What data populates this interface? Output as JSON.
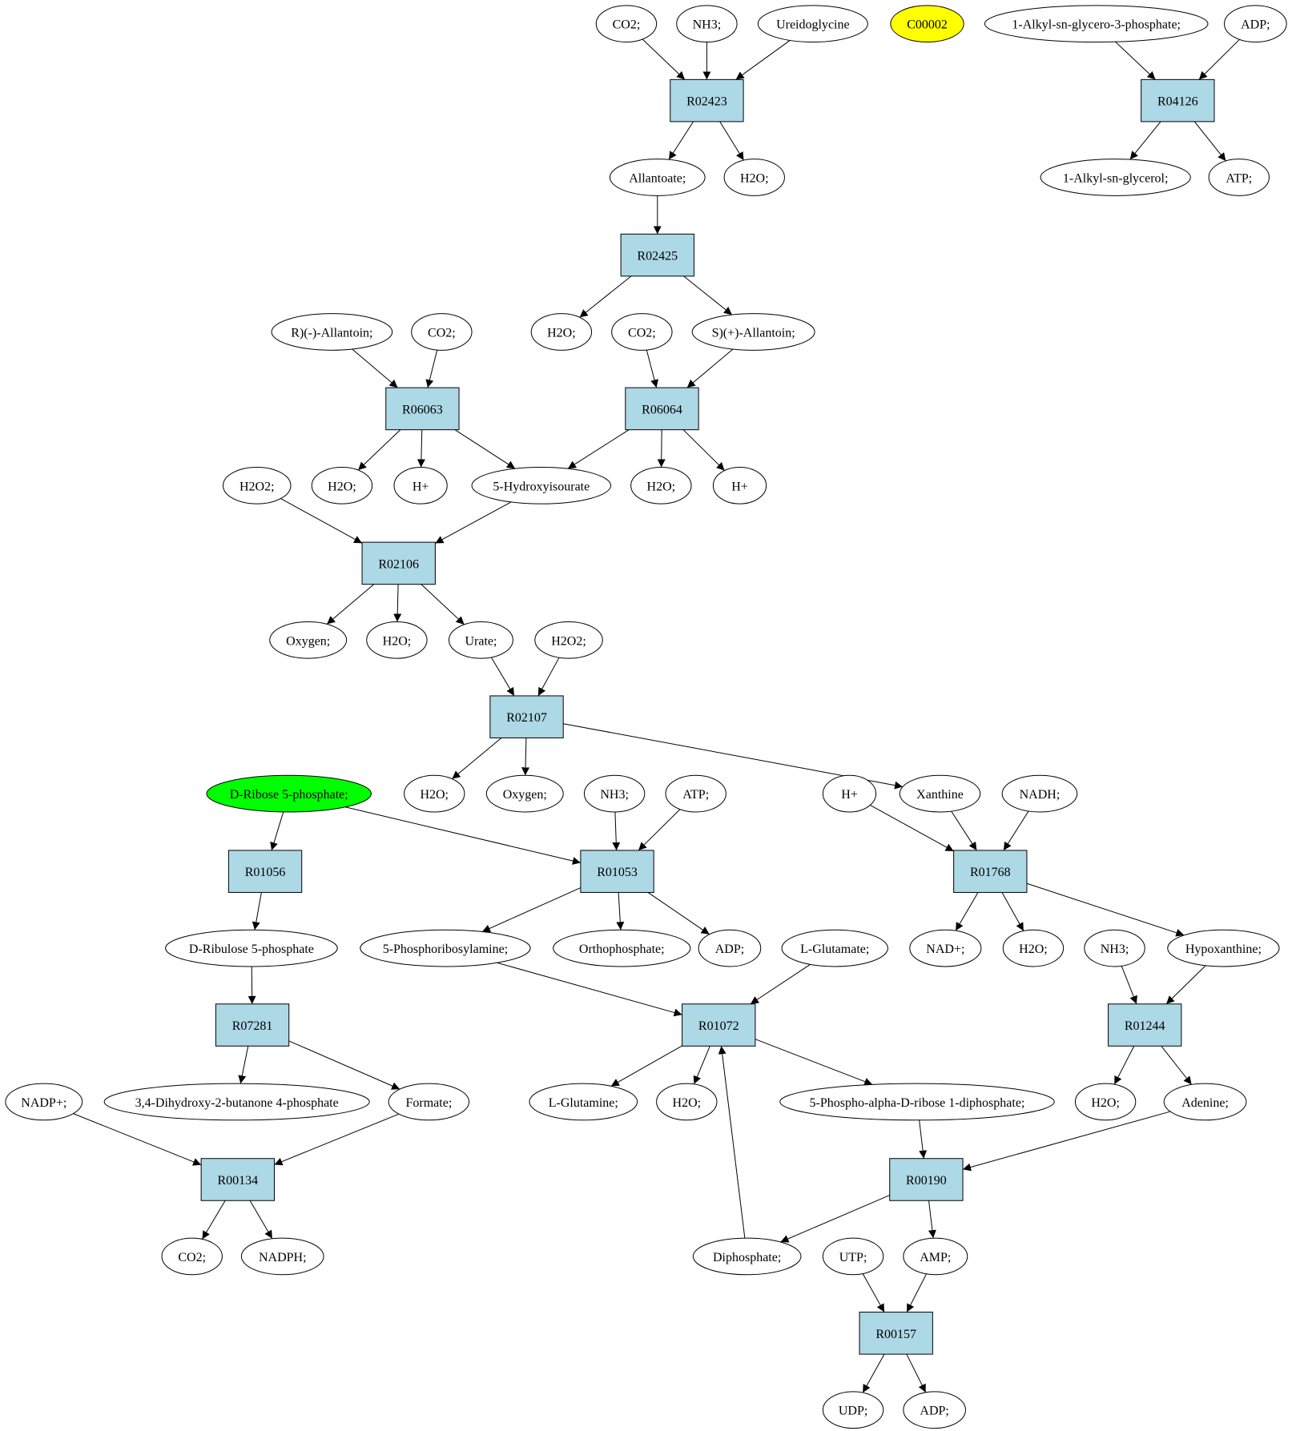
{
  "colors": {
    "reaction_fill": "#add8e6",
    "compound_fill": "#ffffff",
    "highlight_yellow": "#ffff00",
    "highlight_green": "#00ff00",
    "edge": "#000000"
  },
  "reactions": [
    {
      "id": "r02423",
      "label": "R02423"
    },
    {
      "id": "r04126",
      "label": "R04126"
    },
    {
      "id": "r02425",
      "label": "R02425"
    },
    {
      "id": "r06063",
      "label": "R06063"
    },
    {
      "id": "r06064",
      "label": "R06064"
    },
    {
      "id": "r02106",
      "label": "R02106"
    },
    {
      "id": "r02107",
      "label": "R02107"
    },
    {
      "id": "r01056",
      "label": "R01056"
    },
    {
      "id": "r01053",
      "label": "R01053"
    },
    {
      "id": "r01768",
      "label": "R01768"
    },
    {
      "id": "r07281",
      "label": "R07281"
    },
    {
      "id": "r01072",
      "label": "R01072"
    },
    {
      "id": "r01244",
      "label": "R01244"
    },
    {
      "id": "r00134",
      "label": "R00134"
    },
    {
      "id": "r00190",
      "label": "R00190"
    },
    {
      "id": "r00157",
      "label": "R00157"
    }
  ],
  "compounds": [
    {
      "id": "co2_a",
      "label": "CO2;"
    },
    {
      "id": "nh3_a",
      "label": "NH3;"
    },
    {
      "id": "ureidoglycine",
      "label": "Ureidoglycine"
    },
    {
      "id": "c00002",
      "label": "C00002",
      "fill": "yellow"
    },
    {
      "id": "alkyl_g3p",
      "label": "1-Alkyl-sn-glycero-3-phosphate;"
    },
    {
      "id": "adp_a",
      "label": "ADP;"
    },
    {
      "id": "allantoate",
      "label": "Allantoate;"
    },
    {
      "id": "h2o_a",
      "label": "H2O;"
    },
    {
      "id": "alkyl_glycerol",
      "label": "1-Alkyl-sn-glycerol;"
    },
    {
      "id": "atp_a",
      "label": "ATP;"
    },
    {
      "id": "r_allantoin",
      "label": "R)(-)-Allantoin;"
    },
    {
      "id": "co2_b",
      "label": "CO2;"
    },
    {
      "id": "h2o_b",
      "label": "H2O;"
    },
    {
      "id": "co2_c",
      "label": "CO2;"
    },
    {
      "id": "s_allantoin",
      "label": "S)(+)-Allantoin;"
    },
    {
      "id": "h2o2_a",
      "label": "H2O2;"
    },
    {
      "id": "h2o_c",
      "label": "H2O;"
    },
    {
      "id": "hplus_a",
      "label": "H+"
    },
    {
      "id": "hydroxyisourate",
      "label": "5-Hydroxyisourate"
    },
    {
      "id": "h2o_d",
      "label": "H2O;"
    },
    {
      "id": "hplus_b",
      "label": "H+"
    },
    {
      "id": "oxygen_a",
      "label": "Oxygen;"
    },
    {
      "id": "h2o_e",
      "label": "H2O;"
    },
    {
      "id": "urate",
      "label": "Urate;"
    },
    {
      "id": "h2o2_b",
      "label": "H2O2;"
    },
    {
      "id": "ribose5p",
      "label": "D-Ribose 5-phosphate;",
      "fill": "green"
    },
    {
      "id": "h2o_f",
      "label": "H2O;"
    },
    {
      "id": "oxygen_b",
      "label": "Oxygen;"
    },
    {
      "id": "nh3_b",
      "label": "NH3;"
    },
    {
      "id": "atp_b",
      "label": "ATP;"
    },
    {
      "id": "hplus_c",
      "label": "H+"
    },
    {
      "id": "xanthine",
      "label": "Xanthine"
    },
    {
      "id": "nadh",
      "label": "NADH;"
    },
    {
      "id": "ribulose5p",
      "label": "D-Ribulose 5-phosphate"
    },
    {
      "id": "prib_amine",
      "label": "5-Phosphoribosylamine;"
    },
    {
      "id": "orthophosphate",
      "label": "Orthophosphate;"
    },
    {
      "id": "adp_b",
      "label": "ADP;"
    },
    {
      "id": "l_glutamate",
      "label": "L-Glutamate;"
    },
    {
      "id": "nad_plus",
      "label": "NAD+;"
    },
    {
      "id": "h2o_g",
      "label": "H2O;"
    },
    {
      "id": "nh3_c",
      "label": "NH3;"
    },
    {
      "id": "hypoxanthine",
      "label": "Hypoxanthine;"
    },
    {
      "id": "nadp_plus",
      "label": "NADP+;"
    },
    {
      "id": "dihydroxy_butanone",
      "label": "3,4-Dihydroxy-2-butanone 4-phosphate"
    },
    {
      "id": "formate",
      "label": "Formate;"
    },
    {
      "id": "l_glutamine",
      "label": "L-Glutamine;"
    },
    {
      "id": "h2o_h",
      "label": "H2O;"
    },
    {
      "id": "prpp",
      "label": "5-Phospho-alpha-D-ribose 1-diphosphate;"
    },
    {
      "id": "h2o_i",
      "label": "H2O;"
    },
    {
      "id": "adenine",
      "label": "Adenine;"
    },
    {
      "id": "co2_d",
      "label": "CO2;"
    },
    {
      "id": "nadph",
      "label": "NADPH;"
    },
    {
      "id": "diphosphate",
      "label": "Diphosphate;"
    },
    {
      "id": "utp",
      "label": "UTP;"
    },
    {
      "id": "amp",
      "label": "AMP;"
    },
    {
      "id": "udp",
      "label": "UDP;"
    },
    {
      "id": "adp_c",
      "label": "ADP;"
    }
  ],
  "edges": [
    [
      "co2_a",
      "r02423"
    ],
    [
      "nh3_a",
      "r02423"
    ],
    [
      "ureidoglycine",
      "r02423"
    ],
    [
      "r02423",
      "allantoate"
    ],
    [
      "r02423",
      "h2o_a"
    ],
    [
      "alkyl_g3p",
      "r04126"
    ],
    [
      "adp_a",
      "r04126"
    ],
    [
      "r04126",
      "alkyl_glycerol"
    ],
    [
      "r04126",
      "atp_a"
    ],
    [
      "allantoate",
      "r02425"
    ],
    [
      "r02425",
      "h2o_b"
    ],
    [
      "r02425",
      "s_allantoin"
    ],
    [
      "r_allantoin",
      "r06063"
    ],
    [
      "co2_b",
      "r06063"
    ],
    [
      "co2_c",
      "r06064"
    ],
    [
      "s_allantoin",
      "r06064"
    ],
    [
      "r06063",
      "h2o_c"
    ],
    [
      "r06063",
      "hplus_a"
    ],
    [
      "r06063",
      "hydroxyisourate"
    ],
    [
      "r06064",
      "hydroxyisourate"
    ],
    [
      "r06064",
      "h2o_d"
    ],
    [
      "r06064",
      "hplus_b"
    ],
    [
      "h2o2_a",
      "r02106"
    ],
    [
      "hydroxyisourate",
      "r02106"
    ],
    [
      "r02106",
      "oxygen_a"
    ],
    [
      "r02106",
      "h2o_e"
    ],
    [
      "r02106",
      "urate"
    ],
    [
      "urate",
      "r02107"
    ],
    [
      "h2o2_b",
      "r02107"
    ],
    [
      "r02107",
      "h2o_f"
    ],
    [
      "r02107",
      "oxygen_b"
    ],
    [
      "r02107",
      "xanthine"
    ],
    [
      "ribose5p",
      "r01056"
    ],
    [
      "ribose5p",
      "r01053"
    ],
    [
      "nh3_b",
      "r01053"
    ],
    [
      "atp_b",
      "r01053"
    ],
    [
      "hplus_c",
      "r01768"
    ],
    [
      "xanthine",
      "r01768"
    ],
    [
      "nadh",
      "r01768"
    ],
    [
      "r01056",
      "ribulose5p"
    ],
    [
      "r01053",
      "prib_amine"
    ],
    [
      "r01053",
      "orthophosphate"
    ],
    [
      "r01053",
      "adp_b"
    ],
    [
      "r01768",
      "nad_plus"
    ],
    [
      "r01768",
      "h2o_g"
    ],
    [
      "r01768",
      "hypoxanthine"
    ],
    [
      "ribulose5p",
      "r07281"
    ],
    [
      "prib_amine",
      "r01072"
    ],
    [
      "l_glutamate",
      "r01072"
    ],
    [
      "nh3_c",
      "r01244"
    ],
    [
      "hypoxanthine",
      "r01244"
    ],
    [
      "r07281",
      "dihydroxy_butanone"
    ],
    [
      "r07281",
      "formate"
    ],
    [
      "r01072",
      "l_glutamine"
    ],
    [
      "r01072",
      "h2o_h"
    ],
    [
      "r01072",
      "prpp"
    ],
    [
      "r01244",
      "h2o_i"
    ],
    [
      "r01244",
      "adenine"
    ],
    [
      "nadp_plus",
      "r00134"
    ],
    [
      "formate",
      "r00134"
    ],
    [
      "prpp",
      "r00190"
    ],
    [
      "adenine",
      "r00190"
    ],
    [
      "r00134",
      "co2_d"
    ],
    [
      "r00134",
      "nadph"
    ],
    [
      "r00190",
      "diphosphate"
    ],
    [
      "r00190",
      "amp"
    ],
    [
      "diphosphate",
      "r01072"
    ],
    [
      "utp",
      "r00157"
    ],
    [
      "amp",
      "r00157"
    ],
    [
      "r00157",
      "udp"
    ],
    [
      "r00157",
      "adp_c"
    ]
  ]
}
